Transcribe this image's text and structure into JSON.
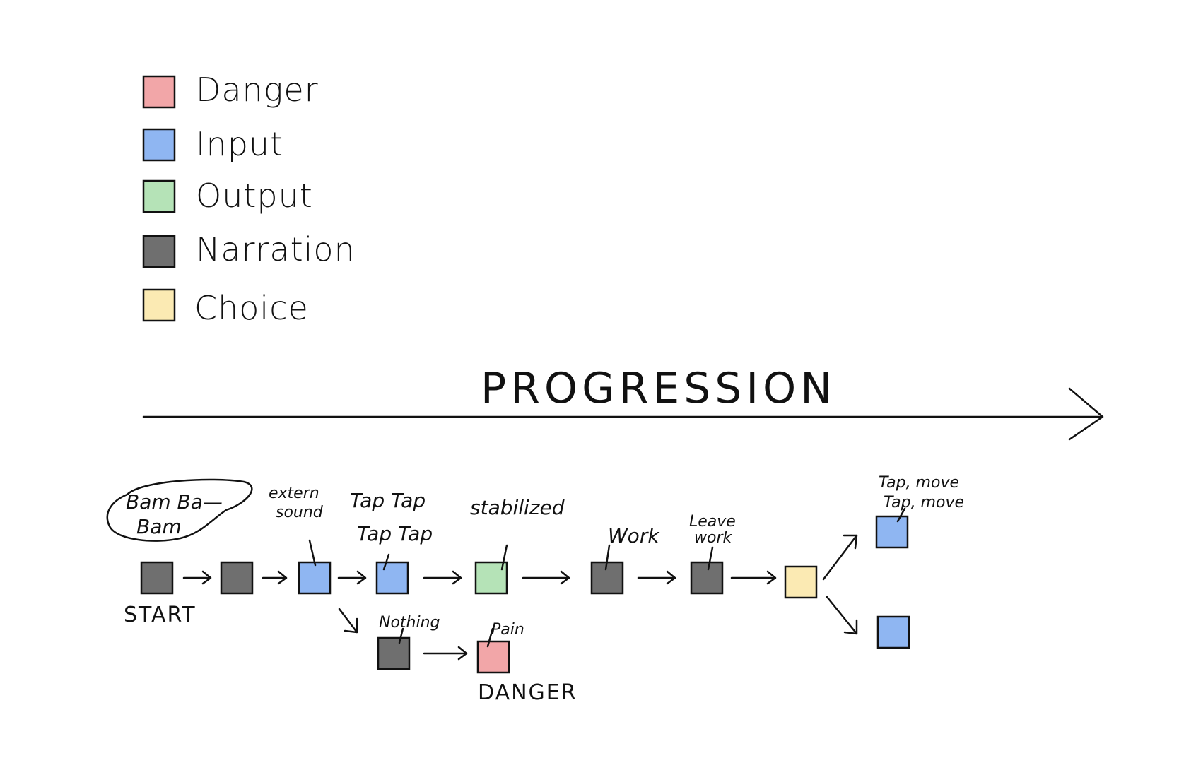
{
  "legend": {
    "items": [
      {
        "id": "danger",
        "label": "Danger",
        "color": "#f2a6a8"
      },
      {
        "id": "input",
        "label": "Input",
        "color": "#8fb6f2"
      },
      {
        "id": "output",
        "label": "Output",
        "color": "#b5e3b7"
      },
      {
        "id": "narration",
        "label": "Narration",
        "color": "#6f6f6f"
      },
      {
        "id": "choice",
        "label": "Choice",
        "color": "#fbeab3"
      }
    ]
  },
  "axis": {
    "title": "PROGRESSION"
  },
  "nodes": {
    "start": {
      "type": "narration"
    },
    "narration2": {
      "type": "narration"
    },
    "input-external-sound": {
      "type": "input"
    },
    "input-tap-tap": {
      "type": "input"
    },
    "output-stabilized": {
      "type": "output"
    },
    "narration-work": {
      "type": "narration"
    },
    "narration-leave-work": {
      "type": "narration"
    },
    "choice": {
      "type": "choice"
    },
    "input-tap-move": {
      "type": "input"
    },
    "input-bottom": {
      "type": "input"
    },
    "narration-nothing": {
      "type": "narration"
    },
    "danger-pain": {
      "type": "danger"
    }
  },
  "annotations": {
    "bam_line1": "Bam Ba—",
    "bam_line2": "Bam",
    "start": "START",
    "extern_line1": "extern",
    "extern_line2": "sound",
    "tap_line1": "Tap Tap",
    "tap_line2": "Tap Tap",
    "stabilized": "stabilized",
    "work": "Work",
    "leave_line1": "Leave",
    "leave_line2": "work",
    "tap_move_line1": "Tap, move",
    "tap_move_line2": "Tap, move",
    "nothing": "Nothing",
    "pain": "Pain",
    "danger": "DANGER"
  }
}
